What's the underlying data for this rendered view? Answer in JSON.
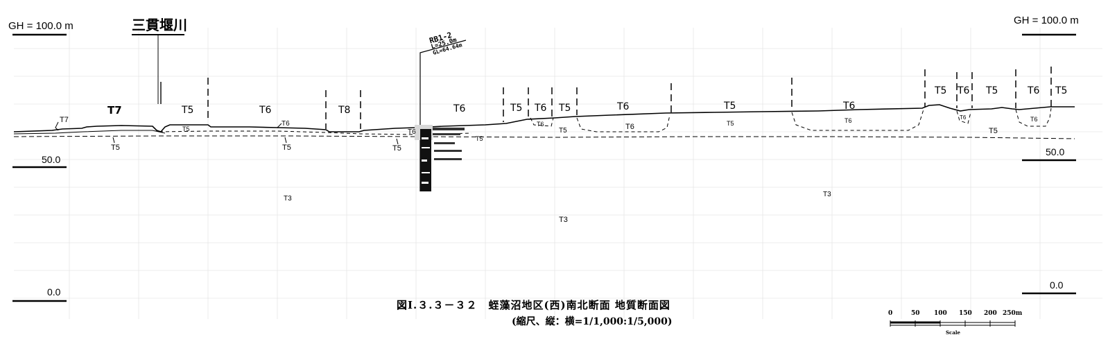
{
  "elevations": {
    "gh_left": "GH = 100.0 m",
    "gh_right": "GH = 100.0 m",
    "mid_left": "50.0",
    "mid_right": "50.0",
    "zero_left": "0.0",
    "zero_right": "0.0"
  },
  "river": {
    "name": "三貫堰川"
  },
  "borehole": {
    "id": "RB1-2",
    "length": "L=25.0m",
    "gl": "GL=64.64m"
  },
  "units_top": [
    "T7",
    "T5",
    "T6",
    "T8",
    "T6",
    "T5",
    "T6",
    "T5",
    "T6",
    "T5",
    "T6",
    "T5",
    "T6",
    "T5",
    "T6",
    "T5"
  ],
  "units_small": {
    "t7_small": "T7",
    "t5_a": "T5",
    "t5_b": "T5",
    "t6_a": "T6",
    "t5_c": "T5",
    "t6_b": "T6",
    "t5_d": "T5",
    "t5_e": "T5",
    "t6_c": "T6",
    "t6_d": "T6",
    "t5_f": "T5",
    "t5_g": "T5",
    "t6_e": "T6",
    "t6_f": "T6",
    "t6_g": "T6",
    "t5_h": "T5",
    "t6_bore": "T6"
  },
  "units_deep": {
    "t3_a": "T3",
    "t3_b": "T3",
    "t3_c": "T3"
  },
  "caption": {
    "line1": "図Ⅰ.３.３－３２　蛭藻沼地区(西)南北断面 地質断面図",
    "line2": "(縮尺、縦：横=1/1,000:1/5,000)"
  },
  "scale_bar": {
    "ticks": [
      "0",
      "50",
      "100",
      "150",
      "200",
      "250m"
    ],
    "label": "Scale"
  },
  "colors": {
    "ink": "#000000",
    "grid": "#e4e4e4"
  }
}
